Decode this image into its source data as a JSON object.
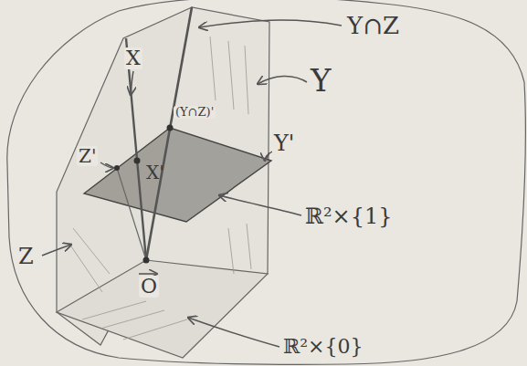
{
  "diagram": {
    "labels": [
      "Y∩Z",
      "Y",
      "X",
      "(Y∩Z)'",
      "Y'",
      "Z'",
      "X'",
      "ℝ²×{1}",
      "Z",
      "O",
      "ℝ²×{0}"
    ]
  }
}
